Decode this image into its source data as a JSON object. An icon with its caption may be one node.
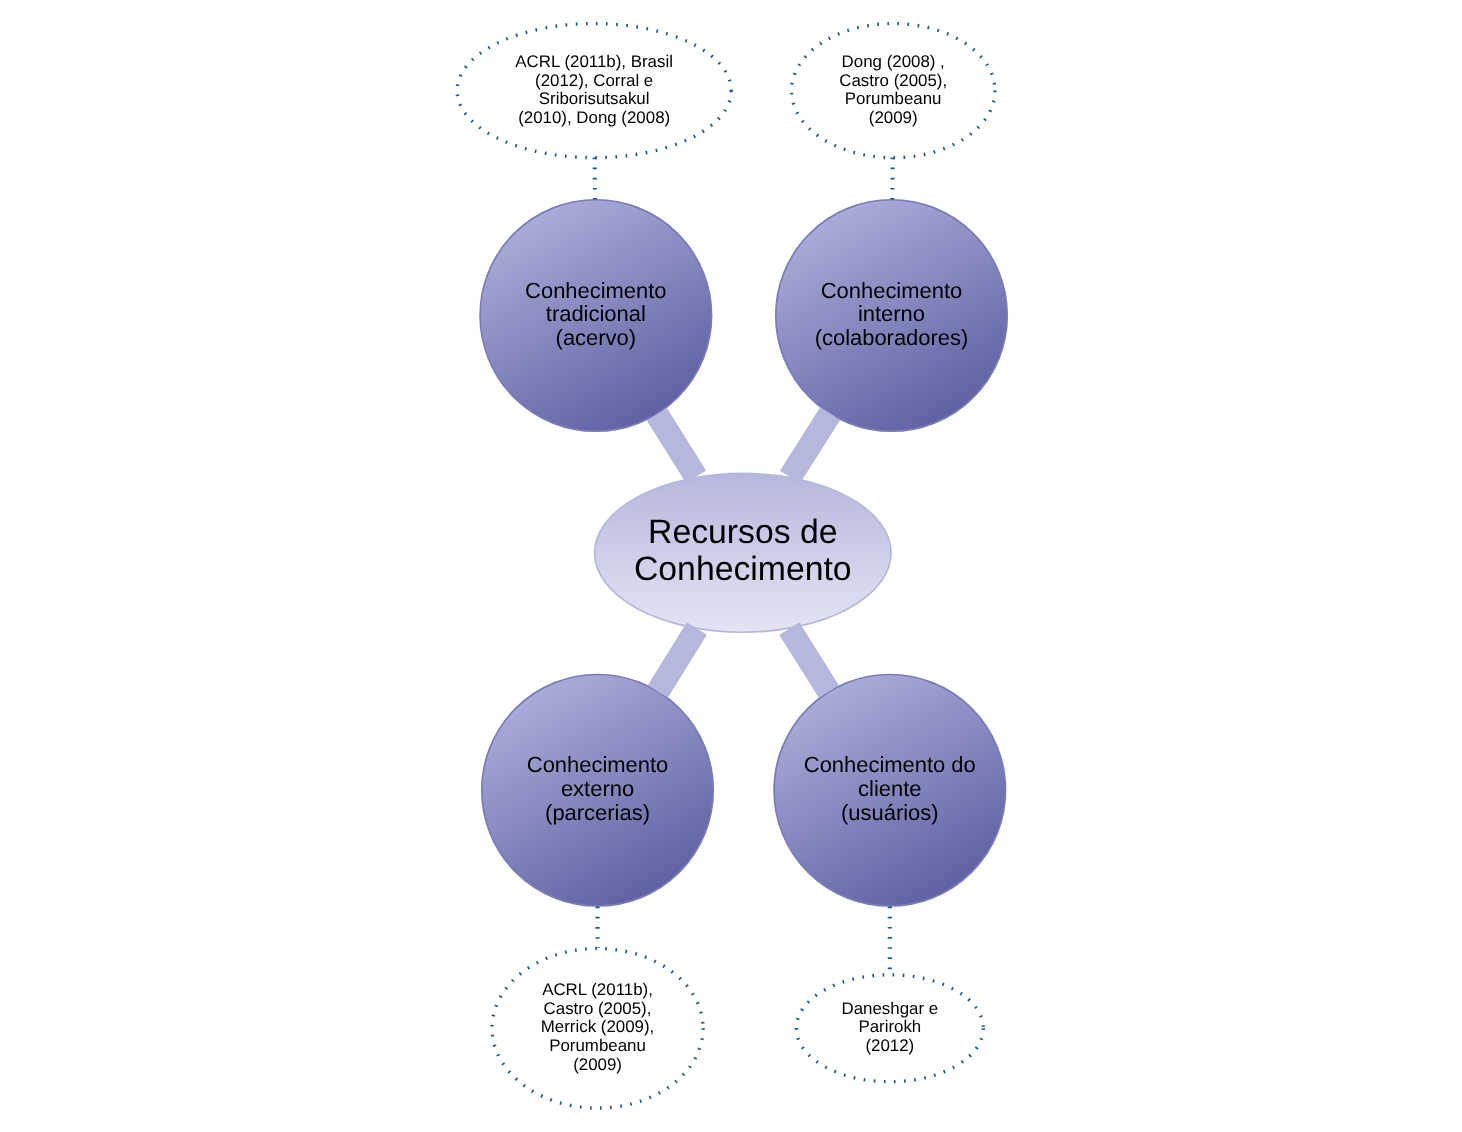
{
  "diagram": {
    "nodes": [
      {
        "text": [
          "ACRL (2011b), Brasil (2012), Corral e Sriborisutsakul (2010), Dong (2008)"
        ]
      },
      {
        "text": [
          "Dong (2008) , Castro (2005), Porumbeanu (2009)"
        ]
      },
      {
        "text": [
          "Conhecimento tradicional (acervo)"
        ]
      },
      {
        "text": [
          "Conhecimento interno (colaboradores)"
        ]
      },
      {
        "text": [
          "Recursos de Conhecimento"
        ]
      },
      {
        "text": [
          "Conhecimento externo (parcerias)"
        ]
      },
      {
        "text": [
          "Conhecimento do cliente (usuários)"
        ]
      },
      {
        "text": [
          "ACRL (2011b), Castro (2005), Merrick (2009), Porumbeanu (2009)"
        ]
      },
      {
        "text": [
          "Daneshgar e Parirokh (2012)"
        ]
      }
    ],
    "edges": [
      {
        "from": 0,
        "to": 2,
        "arrow": "none",
        "style": "dashed",
        "color": "#1f5d8a"
      },
      {
        "from": 1,
        "to": 3,
        "arrow": "none",
        "style": "dashed",
        "color": "#1f5d8a"
      },
      {
        "from": 2,
        "to": 4,
        "arrow": "none",
        "style": "thick",
        "color": "#b6b7dd"
      },
      {
        "from": 3,
        "to": 4,
        "arrow": "none",
        "style": "thick",
        "color": "#b6b7dd"
      },
      {
        "from": 4,
        "to": 5,
        "arrow": "none",
        "style": "thick",
        "color": "#b6b7dd"
      },
      {
        "from": 4,
        "to": 6,
        "arrow": "none",
        "style": "thick",
        "color": "#b6b7dd"
      },
      {
        "from": 5,
        "to": 7,
        "arrow": "none",
        "style": "dashed",
        "color": "#1f5d8a"
      },
      {
        "from": 6,
        "to": 8,
        "arrow": "none",
        "style": "dashed",
        "color": "#1f5d8a"
      }
    ]
  }
}
